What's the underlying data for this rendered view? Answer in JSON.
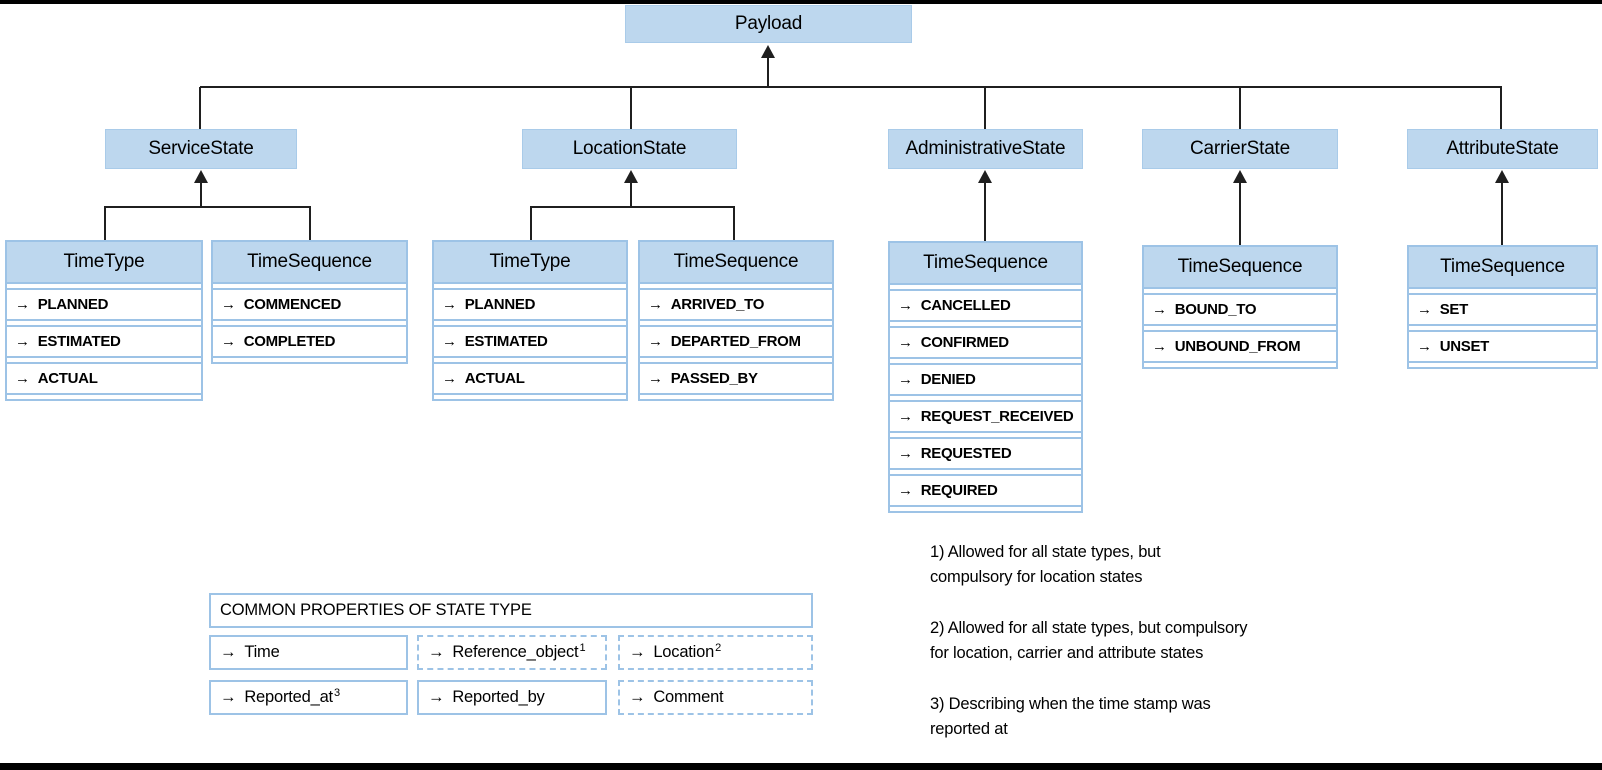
{
  "diagram": {
    "root": {
      "label": "Payload"
    },
    "columns": [
      {
        "state": "ServiceState",
        "children": [
          {
            "title": "TimeType",
            "rows": [
              "PLANNED",
              "ESTIMATED",
              "ACTUAL"
            ]
          },
          {
            "title": "TimeSequence",
            "rows": [
              "COMMENCED",
              "COMPLETED"
            ]
          }
        ]
      },
      {
        "state": "LocationState",
        "children": [
          {
            "title": "TimeType",
            "rows": [
              "PLANNED",
              "ESTIMATED",
              "ACTUAL"
            ]
          },
          {
            "title": "TimeSequence",
            "rows": [
              "ARRIVED_TO",
              "DEPARTED_FROM",
              "PASSED_BY"
            ]
          }
        ]
      },
      {
        "state": "AdministrativeState",
        "children": [
          {
            "title": "TimeSequence",
            "rows": [
              "CANCELLED",
              "CONFIRMED",
              "DENIED",
              "REQUEST_RECEIVED",
              "REQUESTED",
              "REQUIRED"
            ]
          }
        ]
      },
      {
        "state": "CarrierState",
        "children": [
          {
            "title": "TimeSequence",
            "rows": [
              "BOUND_TO",
              "UNBOUND_FROM"
            ]
          }
        ]
      },
      {
        "state": "AttributeState",
        "children": [
          {
            "title": "TimeSequence",
            "rows": [
              "SET",
              "UNSET"
            ]
          }
        ]
      }
    ]
  },
  "common_properties": {
    "title": "COMMON PROPERTIES OF STATE TYPE",
    "cells": [
      {
        "label": "Time",
        "superscript": "",
        "border": "solid"
      },
      {
        "label": "Reference_object",
        "superscript": "1",
        "border": "dashed"
      },
      {
        "label": "Location",
        "superscript": "2",
        "border": "dashed"
      },
      {
        "label": "Reported_at",
        "superscript": "3",
        "border": "solid"
      },
      {
        "label": "Reported_by",
        "superscript": "",
        "border": "solid"
      },
      {
        "label": "Comment",
        "superscript": "",
        "border": "dashed"
      }
    ]
  },
  "footnotes": [
    "1) Allowed for all state types, but\ncompulsory for location states",
    "2) Allowed for all state types, but compulsory\nfor location, carrier and attribute states",
    "3) Describing when the time stamp was\nreported at"
  ],
  "glyphs": {
    "arrow": "→"
  },
  "colors": {
    "box_fill": "#BDD7EE",
    "box_border": "#9DC3E6",
    "line": "#1F1F1F",
    "text": "#000000"
  }
}
